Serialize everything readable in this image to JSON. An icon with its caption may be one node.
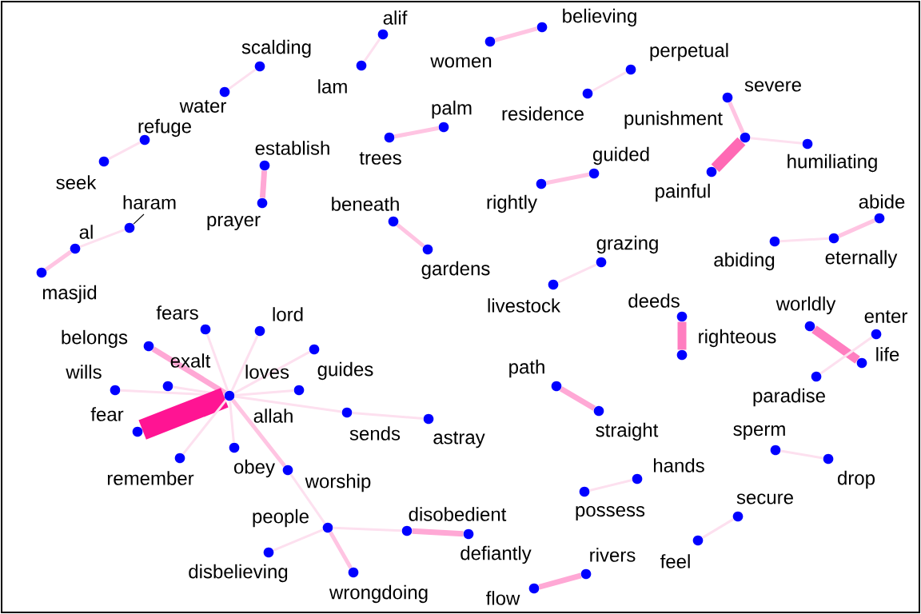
{
  "diagram": {
    "nodes": [
      {
        "text": [
          "alif"
        ]
      },
      {
        "text": [
          "lam"
        ]
      },
      {
        "text": [
          "scalding"
        ]
      },
      {
        "text": [
          "water"
        ]
      },
      {
        "text": [
          "refuge"
        ]
      },
      {
        "text": [
          "seek"
        ]
      },
      {
        "text": [
          "haram"
        ]
      },
      {
        "text": [
          "al"
        ]
      },
      {
        "text": [
          "masjid"
        ]
      },
      {
        "text": [
          "women"
        ]
      },
      {
        "text": [
          "believing"
        ]
      },
      {
        "text": [
          "perpetual"
        ]
      },
      {
        "text": [
          "residence"
        ]
      },
      {
        "text": [
          "palm"
        ]
      },
      {
        "text": [
          "trees"
        ]
      },
      {
        "text": [
          "establish"
        ]
      },
      {
        "text": [
          "prayer"
        ]
      },
      {
        "text": [
          "severe"
        ]
      },
      {
        "text": [
          "punishment"
        ]
      },
      {
        "text": [
          "humiliating"
        ]
      },
      {
        "text": [
          "painful"
        ]
      },
      {
        "text": [
          "guided"
        ]
      },
      {
        "text": [
          "rightly"
        ]
      },
      {
        "text": [
          "beneath"
        ]
      },
      {
        "text": [
          "gardens"
        ]
      },
      {
        "text": [
          "grazing"
        ]
      },
      {
        "text": [
          "livestock"
        ]
      },
      {
        "text": [
          "abide"
        ]
      },
      {
        "text": [
          "eternally"
        ]
      },
      {
        "text": [
          "abiding"
        ]
      },
      {
        "text": [
          "deeds"
        ]
      },
      {
        "text": [
          "righteous"
        ]
      },
      {
        "text": [
          "worldly"
        ]
      },
      {
        "text": [
          "enter"
        ]
      },
      {
        "text": [
          "life"
        ]
      },
      {
        "text": [
          "paradise"
        ]
      },
      {
        "text": [
          "fears"
        ]
      },
      {
        "text": [
          "lord"
        ]
      },
      {
        "text": [
          "belongs"
        ]
      },
      {
        "text": [
          "guides"
        ]
      },
      {
        "text": [
          "wills"
        ]
      },
      {
        "text": [
          "exalt"
        ]
      },
      {
        "text": [
          "loves"
        ]
      },
      {
        "text": [
          "allah"
        ]
      },
      {
        "text": [
          "fear"
        ]
      },
      {
        "text": [
          "sends"
        ]
      },
      {
        "text": [
          "astray"
        ]
      },
      {
        "text": [
          "obey"
        ]
      },
      {
        "text": [
          "remember"
        ]
      },
      {
        "text": [
          "worship"
        ]
      },
      {
        "text": [
          "path"
        ]
      },
      {
        "text": [
          "straight"
        ]
      },
      {
        "text": [
          "sperm"
        ]
      },
      {
        "text": [
          "drop"
        ]
      },
      {
        "text": [
          "hands"
        ]
      },
      {
        "text": [
          "possess"
        ]
      },
      {
        "text": [
          "people"
        ]
      },
      {
        "text": [
          "disobedient"
        ]
      },
      {
        "text": [
          "defiantly"
        ]
      },
      {
        "text": [
          "disbelieving"
        ]
      },
      {
        "text": [
          "wrongdoing"
        ]
      },
      {
        "text": [
          "rivers"
        ]
      },
      {
        "text": [
          "flow"
        ]
      },
      {
        "text": [
          "secure"
        ]
      },
      {
        "text": [
          "feel"
        ]
      }
    ],
    "edges": [
      {
        "from": 0,
        "to": 1,
        "arrow": "none"
      },
      {
        "from": 2,
        "to": 3,
        "arrow": "none"
      },
      {
        "from": 4,
        "to": 5,
        "arrow": "none"
      },
      {
        "from": 6,
        "to": 7,
        "arrow": "none"
      },
      {
        "from": 7,
        "to": 8,
        "arrow": "none",
        "color": "#ffc4e2"
      },
      {
        "from": 9,
        "to": 10,
        "arrow": "none",
        "color": "#ffc4e2"
      },
      {
        "from": 11,
        "to": 12,
        "arrow": "none"
      },
      {
        "from": 13,
        "to": 14,
        "arrow": "none",
        "color": "#ffc4e2"
      },
      {
        "from": 15,
        "to": 16,
        "arrow": "none",
        "style": "thick",
        "color": "#ffa8d5"
      },
      {
        "from": 17,
        "to": 18,
        "arrow": "none",
        "color": "#ffc4e2"
      },
      {
        "from": 18,
        "to": 19,
        "arrow": "none"
      },
      {
        "from": 18,
        "to": 20,
        "arrow": "none",
        "style": "thick",
        "color": "#ff69b4"
      },
      {
        "from": 21,
        "to": 22,
        "arrow": "none",
        "color": "#ffc4e2"
      },
      {
        "from": 23,
        "to": 24,
        "arrow": "none",
        "color": "#ffc4e2"
      },
      {
        "from": 25,
        "to": 26,
        "arrow": "none"
      },
      {
        "from": 27,
        "to": 28,
        "arrow": "none",
        "color": "#ffc4e2"
      },
      {
        "from": 28,
        "to": 29,
        "arrow": "none"
      },
      {
        "from": 30,
        "to": 31,
        "arrow": "none",
        "style": "thick",
        "color": "#ff7ec0"
      },
      {
        "from": 32,
        "to": 34,
        "arrow": "none",
        "style": "thick",
        "color": "#ff7ec0"
      },
      {
        "from": 33,
        "to": 35,
        "arrow": "none"
      },
      {
        "from": 43,
        "to": 36,
        "arrow": "none"
      },
      {
        "from": 43,
        "to": 37,
        "arrow": "none"
      },
      {
        "from": 43,
        "to": 38,
        "arrow": "none",
        "style": "thick",
        "color": "#ffa8d5"
      },
      {
        "from": 43,
        "to": 39,
        "arrow": "none"
      },
      {
        "from": 43,
        "to": 40,
        "arrow": "none"
      },
      {
        "from": 43,
        "to": 41,
        "arrow": "none"
      },
      {
        "from": 43,
        "to": 42,
        "arrow": "none"
      },
      {
        "from": 43,
        "to": 44,
        "arrow": "none",
        "style": "thick",
        "color": "#ff1493"
      },
      {
        "from": 43,
        "to": 45,
        "arrow": "none"
      },
      {
        "from": 45,
        "to": 46,
        "arrow": "none"
      },
      {
        "from": 43,
        "to": 47,
        "arrow": "none"
      },
      {
        "from": 43,
        "to": 48,
        "arrow": "none"
      },
      {
        "from": 43,
        "to": 49,
        "arrow": "none",
        "color": "#ffc4e2"
      },
      {
        "from": 49,
        "to": 56,
        "arrow": "none"
      },
      {
        "from": 56,
        "to": 57,
        "arrow": "none"
      },
      {
        "from": 57,
        "to": 58,
        "arrow": "none",
        "style": "thick",
        "color": "#ffa8d5"
      },
      {
        "from": 56,
        "to": 59,
        "arrow": "none"
      },
      {
        "from": 56,
        "to": 60,
        "arrow": "none",
        "color": "#ffc4e2"
      },
      {
        "from": 50,
        "to": 51,
        "arrow": "none",
        "style": "thick",
        "color": "#ffa8d5"
      },
      {
        "from": 52,
        "to": 53,
        "arrow": "none"
      },
      {
        "from": 54,
        "to": 55,
        "arrow": "none"
      },
      {
        "from": 61,
        "to": 62,
        "arrow": "none",
        "style": "thick",
        "color": "#ffa8d5"
      },
      {
        "from": 63,
        "to": 64,
        "arrow": "none"
      },
      {
        "from": 6,
        "to": null,
        "arrow": "none",
        "color": "#000000"
      }
    ]
  }
}
